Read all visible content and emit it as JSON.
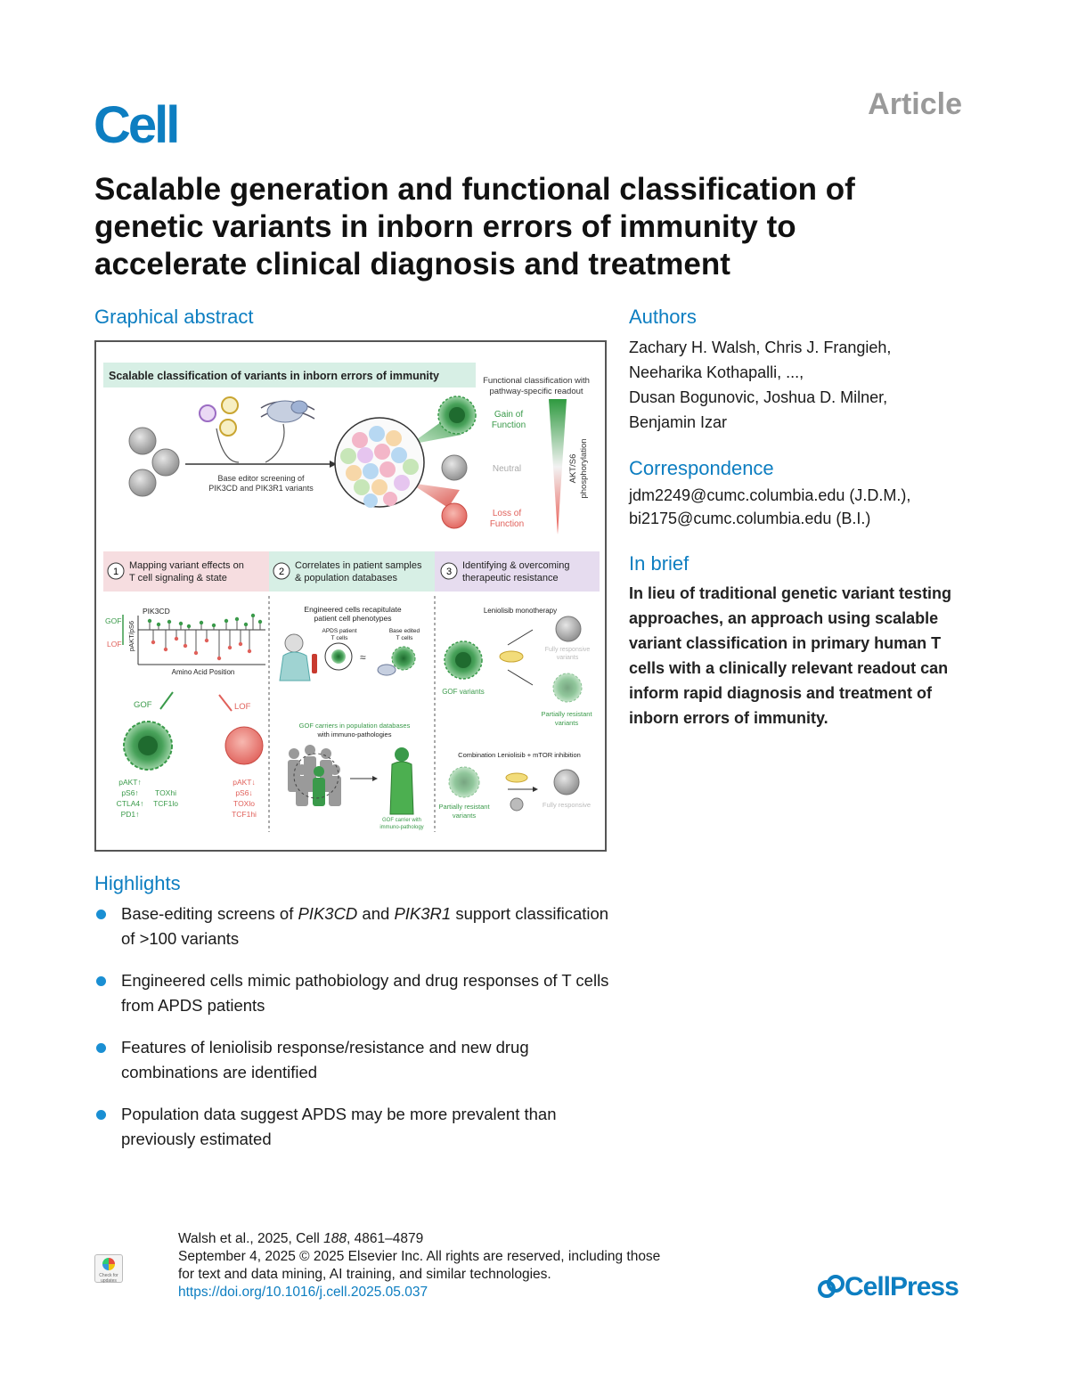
{
  "header": {
    "journal_logo": "Cell",
    "article_type": "Article"
  },
  "title": {
    "line1": "Scalable generation and functional classification of",
    "line2": "genetic variants in inborn errors of immunity to",
    "line3": "accelerate clinical diagnosis and treatment"
  },
  "graphical_abstract": {
    "heading": "Graphical abstract",
    "banner": "Scalable classification of variants in inborn errors of immunity",
    "readout_line1": "Functional classification with",
    "readout_line2": "pathway-specific readout",
    "gain_line1": "Gain of",
    "gain_line2": "Function",
    "neutral": "Neutral",
    "loss_line1": "Loss of",
    "loss_line2": "Function",
    "axis_line1": "AKT/S6",
    "axis_line2": "phosphorylation",
    "screen_line1": "Base editor screening of",
    "screen_line2": "PIK3CD and PIK3R1 variants",
    "panel1_num": "1",
    "panel1_line1": "Mapping variant effects on",
    "panel1_line2": "T cell signaling & state",
    "panel2_num": "2",
    "panel2_line1": "Correlates in patient samples",
    "panel2_line2": "& population databases",
    "panel3_num": "3",
    "panel3_line1": "Identifying & overcoming",
    "panel3_line2": "therapeutic resistance",
    "p1_gene": "PIK3CD",
    "p1_gof": "GOF",
    "p1_lof": "LOF",
    "p1_ylabel": "pAKT/pS6",
    "p1_xlabel": "Amino Acid Position",
    "p1_gof_arrow": "GOF",
    "p1_lof_arrow": "LOF",
    "gof_markers": [
      "pAKT↑",
      "pS6↑",
      "CTLA4↑",
      "PD1↑"
    ],
    "gof_state": [
      "TOXhi",
      "TCF1lo"
    ],
    "lof_markers": [
      "pAKT↓",
      "pS6↓",
      "TOXlo",
      "TCF1hi"
    ],
    "p2_line1": "Engineered cells recapitulate",
    "p2_line2": "patient cell phenotypes",
    "p2_patient_line1": "APDS patient",
    "p2_patient_line2": "T cells",
    "p2_edited_line1": "Base edited",
    "p2_edited_line2": "T cells",
    "p2_pop_line1": "GOF carriers in population databases",
    "p2_pop_line2": "with immuno-pathologies",
    "p2_carrier_line1": "GOF carrier with",
    "p2_carrier_line2": "immuno-pathology",
    "p3_mono": "Leniolisib monotherapy",
    "p3_fully_line1": "Fully responsive",
    "p3_fully_line2": "variants",
    "p3_gof": "GOF variants",
    "p3_partial_line1": "Partially resistant",
    "p3_partial_line2": "variants",
    "p3_combo": "Combination Leniolisib + mTOR inhibition",
    "p3_partial2_line1": "Partially resistant",
    "p3_partial2_line2": "variants",
    "p3_fully2": "Fully responsive"
  },
  "authors": {
    "heading": "Authors",
    "lines": [
      "Zachary H. Walsh, Chris J. Frangieh,",
      "Neeharika Kothapalli, ...,",
      "Dusan Bogunovic, Joshua D. Milner,",
      "Benjamin Izar"
    ]
  },
  "correspondence": {
    "heading": "Correspondence",
    "lines": [
      "jdm2249@cumc.columbia.edu (J.D.M.),",
      "bi2175@cumc.columbia.edu (B.I.)"
    ]
  },
  "in_brief": {
    "heading": "In brief",
    "text": "In lieu of traditional genetic variant testing approaches, an approach using scalable variant classification in primary human T cells with a clinically relevant readout can inform rapid diagnosis and treatment of inborn errors of immunity."
  },
  "highlights": {
    "heading": "Highlights",
    "items": [
      {
        "a": "Base-editing screens of ",
        "b": "PIK3CD",
        "c": " and ",
        "d": "PIK3R1",
        "e": " support classification of >100 variants"
      },
      {
        "a": "Engineered cells mimic pathobiology and drug responses of T cells from APDS patients"
      },
      {
        "a": "Features of leniolisib response/resistance and new drug combinations are identified"
      },
      {
        "a": "Population data suggest APDS may be more prevalent than previously estimated"
      }
    ]
  },
  "citation": {
    "authors_year": "Walsh et al., 2025, Cell ",
    "volume": "188",
    "pages": ", 4861–4879",
    "copyright_line1": "September 4, 2025 © 2025 Elsevier Inc. All rights are reserved, including those",
    "copyright_line2": "for text and data mining, AI training, and similar technologies.",
    "doi": "https://doi.org/10.1016/j.cell.2025.05.037",
    "check_badge": "Check for updates"
  },
  "publisher_logo": "CellPress",
  "colors": {
    "brand_blue": "#0d7ec1",
    "gof_green": "#3a9a4a",
    "lof_red": "#e0605a"
  }
}
